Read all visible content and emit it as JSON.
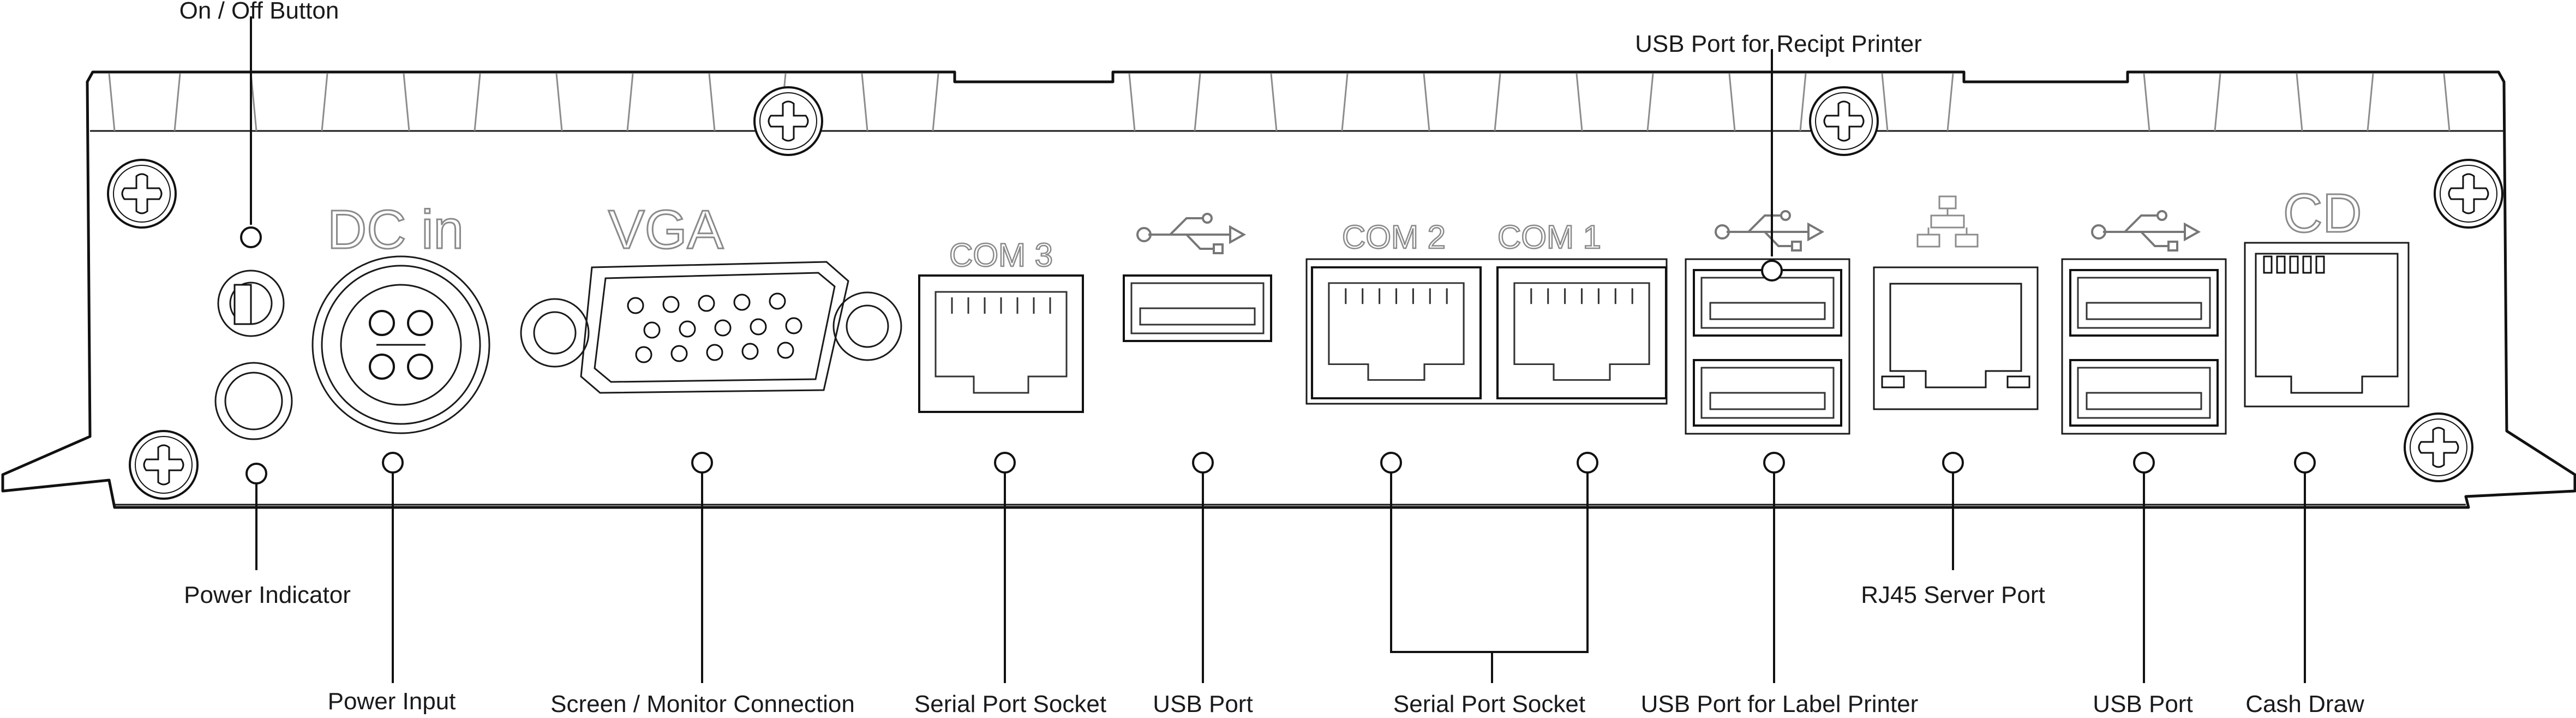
{
  "callouts": {
    "on_off_button": "On / Off Button",
    "usb_receipt_printer": "USB Port for Recipt Printer",
    "power_indicator": "Power Indicator",
    "rj45_server_port": "RJ45 Server Port",
    "power_input": "Power Input",
    "screen_monitor": "Screen / Monitor Connection",
    "serial_port_socket_1": "Serial Port Socket",
    "usb_port_1": "USB Port",
    "serial_port_socket_2": "Serial Port Socket",
    "usb_label_printer": "USB Port for Label Printer",
    "usb_port_2": "USB Port",
    "cash_draw": "Cash Draw"
  },
  "port_labels": {
    "dc_in": "DC  in",
    "vga": "VGA",
    "com3": "COM 3",
    "com2": "COM 2",
    "com1": "COM 1",
    "cd": "CD"
  },
  "icons": [
    "usb-icon",
    "network-icon",
    "screw-icon"
  ]
}
